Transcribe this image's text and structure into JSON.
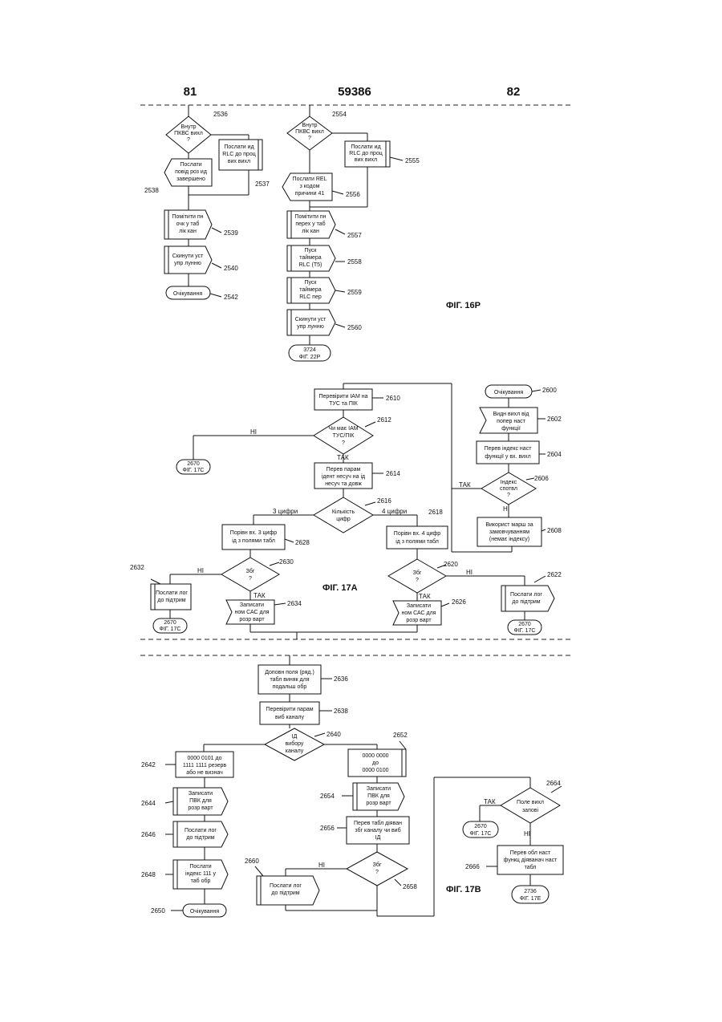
{
  "header": {
    "left_page": "81",
    "doc_number": "59386",
    "right_page": "82"
  },
  "figures": {
    "fig16p": "ФІГ. 16Р",
    "fig17a": "ФІГ. 17А",
    "fig17b": "ФІГ. 17В"
  },
  "branch_labels": {
    "ni": "НІ",
    "tak": "ТАК",
    "three_digits": "3 цифри",
    "four_digits": "4 цифри"
  },
  "nodes": [
    {
      "ref": "2536",
      "lines": [
        "Внутр",
        "ПКВС вихл",
        "?"
      ]
    },
    {
      "ref": "2537",
      "lines": [
        "Послати ид",
        "RLC до проц",
        "вих вихл"
      ]
    },
    {
      "ref": "2538",
      "lines": [
        "Послати",
        "повід роз ид",
        "завершено"
      ]
    },
    {
      "ref": "2539",
      "lines": [
        "Помітити пн",
        "очк у таб",
        "лік кан"
      ]
    },
    {
      "ref": "2540",
      "lines": [
        "Скинути уст",
        "упр лунню"
      ]
    },
    {
      "ref": "2542",
      "lines": [
        "Очікування"
      ]
    },
    {
      "ref": "2554",
      "lines": [
        "Внутр",
        "ПКВС вихл",
        "?"
      ]
    },
    {
      "ref": "2555",
      "lines": [
        "Послати ид",
        "RLC до проц",
        "вих вихл"
      ]
    },
    {
      "ref": "2556",
      "lines": [
        "Послати REL",
        "з кодом",
        "причини 41"
      ]
    },
    {
      "ref": "2557",
      "lines": [
        "Помітити пн",
        "перех у таб",
        "лік кан"
      ]
    },
    {
      "ref": "2558",
      "lines": [
        "Пуск",
        "таймера",
        "RLC (T5)"
      ]
    },
    {
      "ref": "2559",
      "lines": [
        "Пуск",
        "таймера",
        "RLC пер"
      ]
    },
    {
      "ref": "2560",
      "lines": [
        "Скинути уст",
        "упр лунню"
      ]
    },
    {
      "ref": "c3724",
      "lines": [
        "3724",
        "ФІГ. 22Р"
      ]
    },
    {
      "ref": "2610",
      "lines": [
        "Перевірити IAM на",
        "ТУС та ПІК"
      ]
    },
    {
      "ref": "2612",
      "lines": [
        "Чи має IAM",
        "ТУС/ПІК",
        "?"
      ]
    },
    {
      "ref": "2614",
      "lines": [
        "Перев парам",
        "ідент несуч на ід",
        "несуч та довж"
      ]
    },
    {
      "ref": "2616",
      "lines": [
        "Кількість",
        "цифр"
      ]
    },
    {
      "ref": "2618",
      "lines": [
        "Порівн вх. 4 цифр",
        "ід з полями табл"
      ]
    },
    {
      "ref": "2620",
      "lines": [
        "Збг",
        "?"
      ]
    },
    {
      "ref": "2622",
      "lines": [
        "Послати лог",
        "до підтрим"
      ]
    },
    {
      "ref": "2626",
      "lines": [
        "Записати",
        "ном САС для",
        "розр варт"
      ]
    },
    {
      "ref": "2628",
      "lines": [
        "Порівн вх. 3 цифр",
        "ід з полями табл"
      ]
    },
    {
      "ref": "2630",
      "lines": [
        "Збг",
        "?"
      ]
    },
    {
      "ref": "2632",
      "lines": [
        "Послати лог",
        "до підтрим"
      ]
    },
    {
      "ref": "2634",
      "lines": [
        "Записати",
        "ном САС для",
        "розр варт"
      ]
    },
    {
      "ref": "2600",
      "lines": [
        "Очікування"
      ]
    },
    {
      "ref": "2602",
      "lines": [
        "Видн вихл від",
        "попер наст",
        "функції"
      ]
    },
    {
      "ref": "2604",
      "lines": [
        "Перев індекс наст",
        "функції у вх. вихл"
      ]
    },
    {
      "ref": "2606",
      "lines": [
        "Індекс",
        "спотвл",
        "?"
      ]
    },
    {
      "ref": "2608",
      "lines": [
        "Використ марш за",
        "замовчуванням",
        "(немає індексу)"
      ]
    },
    {
      "ref": "c2670a",
      "lines": [
        "2670",
        "ФІГ. 17С"
      ]
    },
    {
      "ref": "c2670b",
      "lines": [
        "2670",
        "ФІГ. 17С"
      ]
    },
    {
      "ref": "c2670c",
      "lines": [
        "2670",
        "ФІГ. 17С"
      ]
    },
    {
      "ref": "2636",
      "lines": [
        "Доповн поля (ряд.)",
        "табл виняк для",
        "подальш обр"
      ]
    },
    {
      "ref": "2638",
      "lines": [
        "Перевірити парам",
        "виб каналу"
      ]
    },
    {
      "ref": "2640",
      "lines": [
        "ІД",
        "вибору",
        "каналу"
      ]
    },
    {
      "ref": "2642",
      "lines": [
        "0000 0101 до",
        "1111 1111 резерв",
        "або не визнач"
      ]
    },
    {
      "ref": "2644",
      "lines": [
        "Записати",
        "ПВК для",
        "розр варт"
      ]
    },
    {
      "ref": "2646",
      "lines": [
        "Послати лог",
        "до підтрим"
      ]
    },
    {
      "ref": "2648",
      "lines": [
        "Послати",
        "індекс 111 у",
        "таб обр"
      ]
    },
    {
      "ref": "2650b",
      "lines": [
        "Очікування"
      ]
    },
    {
      "ref": "2652",
      "lines": [
        "0000 0000",
        "до",
        "0000 0100"
      ]
    },
    {
      "ref": "2654",
      "lines": [
        "Записати",
        "ПВК для",
        "розр варт"
      ]
    },
    {
      "ref": "2656",
      "lines": [
        "Перев табл діяван",
        "збг каналу чи виб",
        "ІД"
      ]
    },
    {
      "ref": "2658",
      "lines": [
        "Збг",
        "?"
      ]
    },
    {
      "ref": "2660",
      "lines": [
        "Послати лог",
        "до підтрим"
      ]
    },
    {
      "ref": "2664",
      "lines": [
        "Поле вихл",
        "запові"
      ]
    },
    {
      "ref": "c2670d",
      "lines": [
        "2670",
        "ФІГ. 17С"
      ]
    },
    {
      "ref": "2666",
      "lines": [
        "Перев обл наст",
        "функц діяванач наст",
        "табл"
      ]
    },
    {
      "ref": "c2736",
      "lines": [
        "2736",
        "ФІГ. 17Е"
      ]
    }
  ]
}
